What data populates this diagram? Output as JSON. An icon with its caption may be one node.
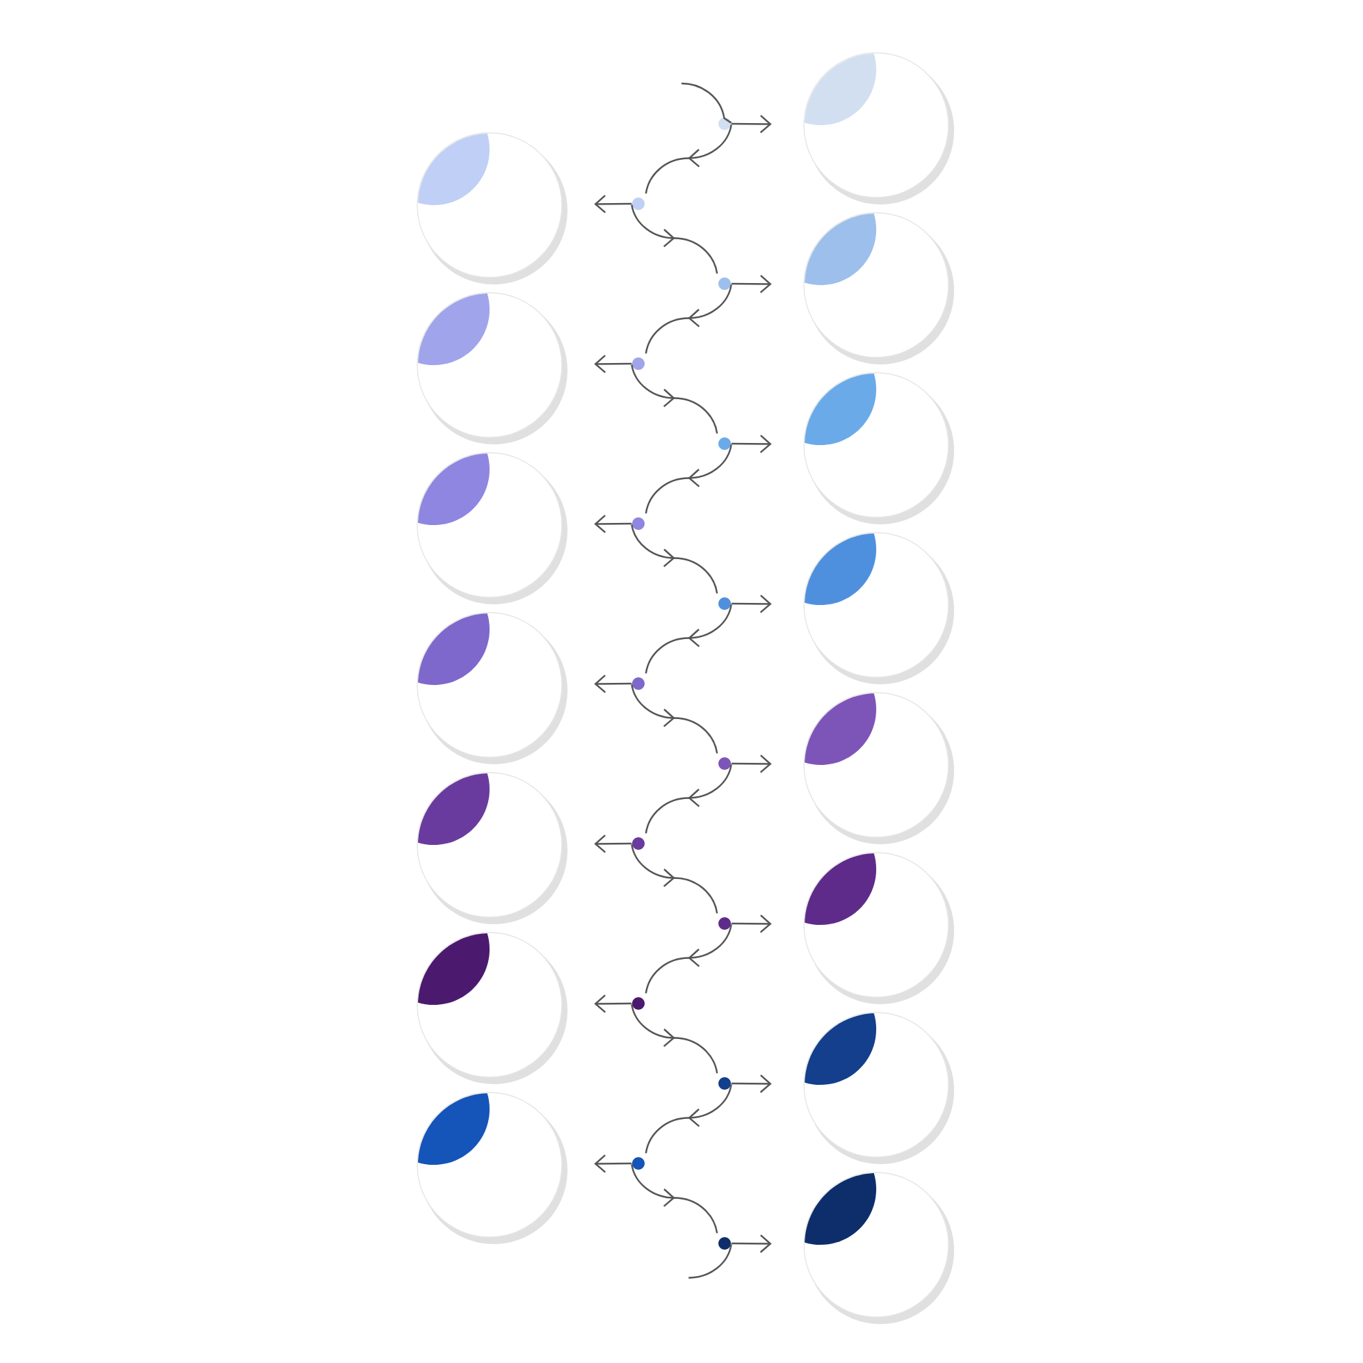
{
  "diagram": {
    "nodes": [
      {
        "text": [],
        "shape": "dot"
      },
      {
        "text": [],
        "shape": "circle"
      },
      {
        "text": [],
        "shape": "dot"
      },
      {
        "text": [],
        "shape": "circle"
      },
      {
        "text": [],
        "shape": "dot"
      },
      {
        "text": [],
        "shape": "circle"
      },
      {
        "text": [],
        "shape": "dot"
      },
      {
        "text": [],
        "shape": "circle"
      },
      {
        "text": [],
        "shape": "dot"
      },
      {
        "text": [],
        "shape": "circle"
      },
      {
        "text": [],
        "shape": "dot"
      },
      {
        "text": [],
        "shape": "circle"
      },
      {
        "text": [],
        "shape": "dot"
      },
      {
        "text": [],
        "shape": "circle"
      },
      {
        "text": [],
        "shape": "dot"
      },
      {
        "text": [],
        "shape": "circle"
      },
      {
        "text": [],
        "shape": "dot"
      },
      {
        "text": [],
        "shape": "circle"
      },
      {
        "text": [],
        "shape": "dot"
      },
      {
        "text": [],
        "shape": "circle"
      },
      {
        "text": [],
        "shape": "dot"
      },
      {
        "text": [],
        "shape": "circle"
      },
      {
        "text": [],
        "shape": "dot"
      },
      {
        "text": [],
        "shape": "circle"
      },
      {
        "text": [],
        "shape": "dot"
      },
      {
        "text": [],
        "shape": "circle"
      },
      {
        "text": [],
        "shape": "dot"
      },
      {
        "text": [],
        "shape": "circle"
      },
      {
        "text": [],
        "shape": "dot"
      },
      {
        "text": [],
        "shape": "circle"
      }
    ],
    "edges": [
      {
        "from": null,
        "to": 0,
        "arrow": "none"
      },
      {
        "from": 0,
        "to": 1,
        "arrow": "to"
      },
      {
        "from": 0,
        "to": 2,
        "arrow": "to"
      },
      {
        "from": 2,
        "to": 3,
        "arrow": "to"
      },
      {
        "from": 2,
        "to": 4,
        "arrow": "to"
      },
      {
        "from": 4,
        "to": 5,
        "arrow": "to"
      },
      {
        "from": 4,
        "to": 6,
        "arrow": "to"
      },
      {
        "from": 6,
        "to": 7,
        "arrow": "to"
      },
      {
        "from": 6,
        "to": 8,
        "arrow": "to"
      },
      {
        "from": 8,
        "to": 9,
        "arrow": "to"
      },
      {
        "from": 8,
        "to": 10,
        "arrow": "to"
      },
      {
        "from": 10,
        "to": 11,
        "arrow": "to"
      },
      {
        "from": 10,
        "to": 12,
        "arrow": "to"
      },
      {
        "from": 12,
        "to": 13,
        "arrow": "to"
      },
      {
        "from": 12,
        "to": 14,
        "arrow": "to"
      },
      {
        "from": 14,
        "to": 15,
        "arrow": "to"
      },
      {
        "from": 14,
        "to": 16,
        "arrow": "to"
      },
      {
        "from": 16,
        "to": 17,
        "arrow": "to"
      },
      {
        "from": 16,
        "to": 18,
        "arrow": "to"
      },
      {
        "from": 18,
        "to": 19,
        "arrow": "to"
      },
      {
        "from": 18,
        "to": 20,
        "arrow": "to"
      },
      {
        "from": 20,
        "to": 21,
        "arrow": "to"
      },
      {
        "from": 20,
        "to": 22,
        "arrow": "to"
      },
      {
        "from": 22,
        "to": 23,
        "arrow": "to"
      },
      {
        "from": 22,
        "to": 24,
        "arrow": "to"
      },
      {
        "from": 24,
        "to": 25,
        "arrow": "to"
      },
      {
        "from": 24,
        "to": 26,
        "arrow": "to"
      },
      {
        "from": 26,
        "to": 27,
        "arrow": "to"
      },
      {
        "from": 26,
        "to": 28,
        "arrow": "to"
      },
      {
        "from": 28,
        "to": 29,
        "arrow": "to"
      },
      {
        "from": 28,
        "to": null,
        "arrow": "none"
      }
    ]
  }
}
